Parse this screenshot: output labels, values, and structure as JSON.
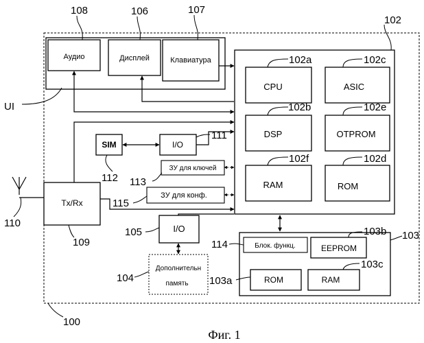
{
  "refs": {
    "r100": "100",
    "r102": "102",
    "r102a": "102a",
    "r102b": "102b",
    "r102c": "102c",
    "r102d": "102d",
    "r102e": "102e",
    "r102f": "102f",
    "r103": "103",
    "r103a": "103a",
    "r103b": "103b",
    "r103c": "103c",
    "r104": "104",
    "r105": "105",
    "r106": "106",
    "r107": "107",
    "r108": "108",
    "r109": "109",
    "r110": "110",
    "r111": "111",
    "r112": "112",
    "r113": "113",
    "r115": "115",
    "r114": "114",
    "ui": "UI"
  },
  "blocks": {
    "audio": "Аудио",
    "display": "Дисплей",
    "keyboard": "Клавиатура",
    "cpu": "CPU",
    "asic": "ASIC",
    "dsp": "DSP",
    "otprom": "OTPROM",
    "ram": "RAM",
    "rom": "ROM",
    "sim": "SIM",
    "io_top": "I/O",
    "io_bottom": "I/O",
    "key_memory": "ЗУ для ключей",
    "conf_memory": "ЗУ для конф.",
    "txrx": "Tx/Rx",
    "extra_memory_line1": "Дополнительн",
    "extra_memory_line2": "память",
    "func_block": "Блок. функц.",
    "eeprom": "EEPROM",
    "rom_103": "ROM",
    "ram_103": "RAM"
  },
  "caption": "Фиг. 1"
}
